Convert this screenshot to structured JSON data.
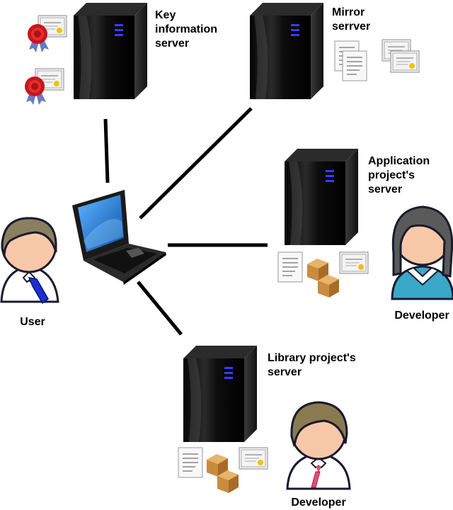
{
  "servers": {
    "key_information": "Key\ninformation\nserver",
    "mirror": "Mirror\nserrver",
    "application": "Application\nproject's\nserver",
    "library": "Library project's\nserver"
  },
  "people": {
    "user": "User",
    "developer_app": "Developer",
    "developer_lib": "Developer"
  },
  "icons": [
    "server-icon",
    "laptop-icon",
    "certificate-icon",
    "wax-seal-icon",
    "document-icon",
    "package-icon",
    "person-icon"
  ],
  "colors": {
    "connector": "#000000",
    "server_body": "#1a1a1a",
    "server_led": "#3a3aff",
    "skin": "#f7c8a8",
    "user_hair": "#8a8060",
    "dev_hair": "#5a5a5a",
    "user_tie": "#1a2fd0",
    "dev_tie": "#e05070",
    "dev_shirt": "#3aa8c8"
  }
}
